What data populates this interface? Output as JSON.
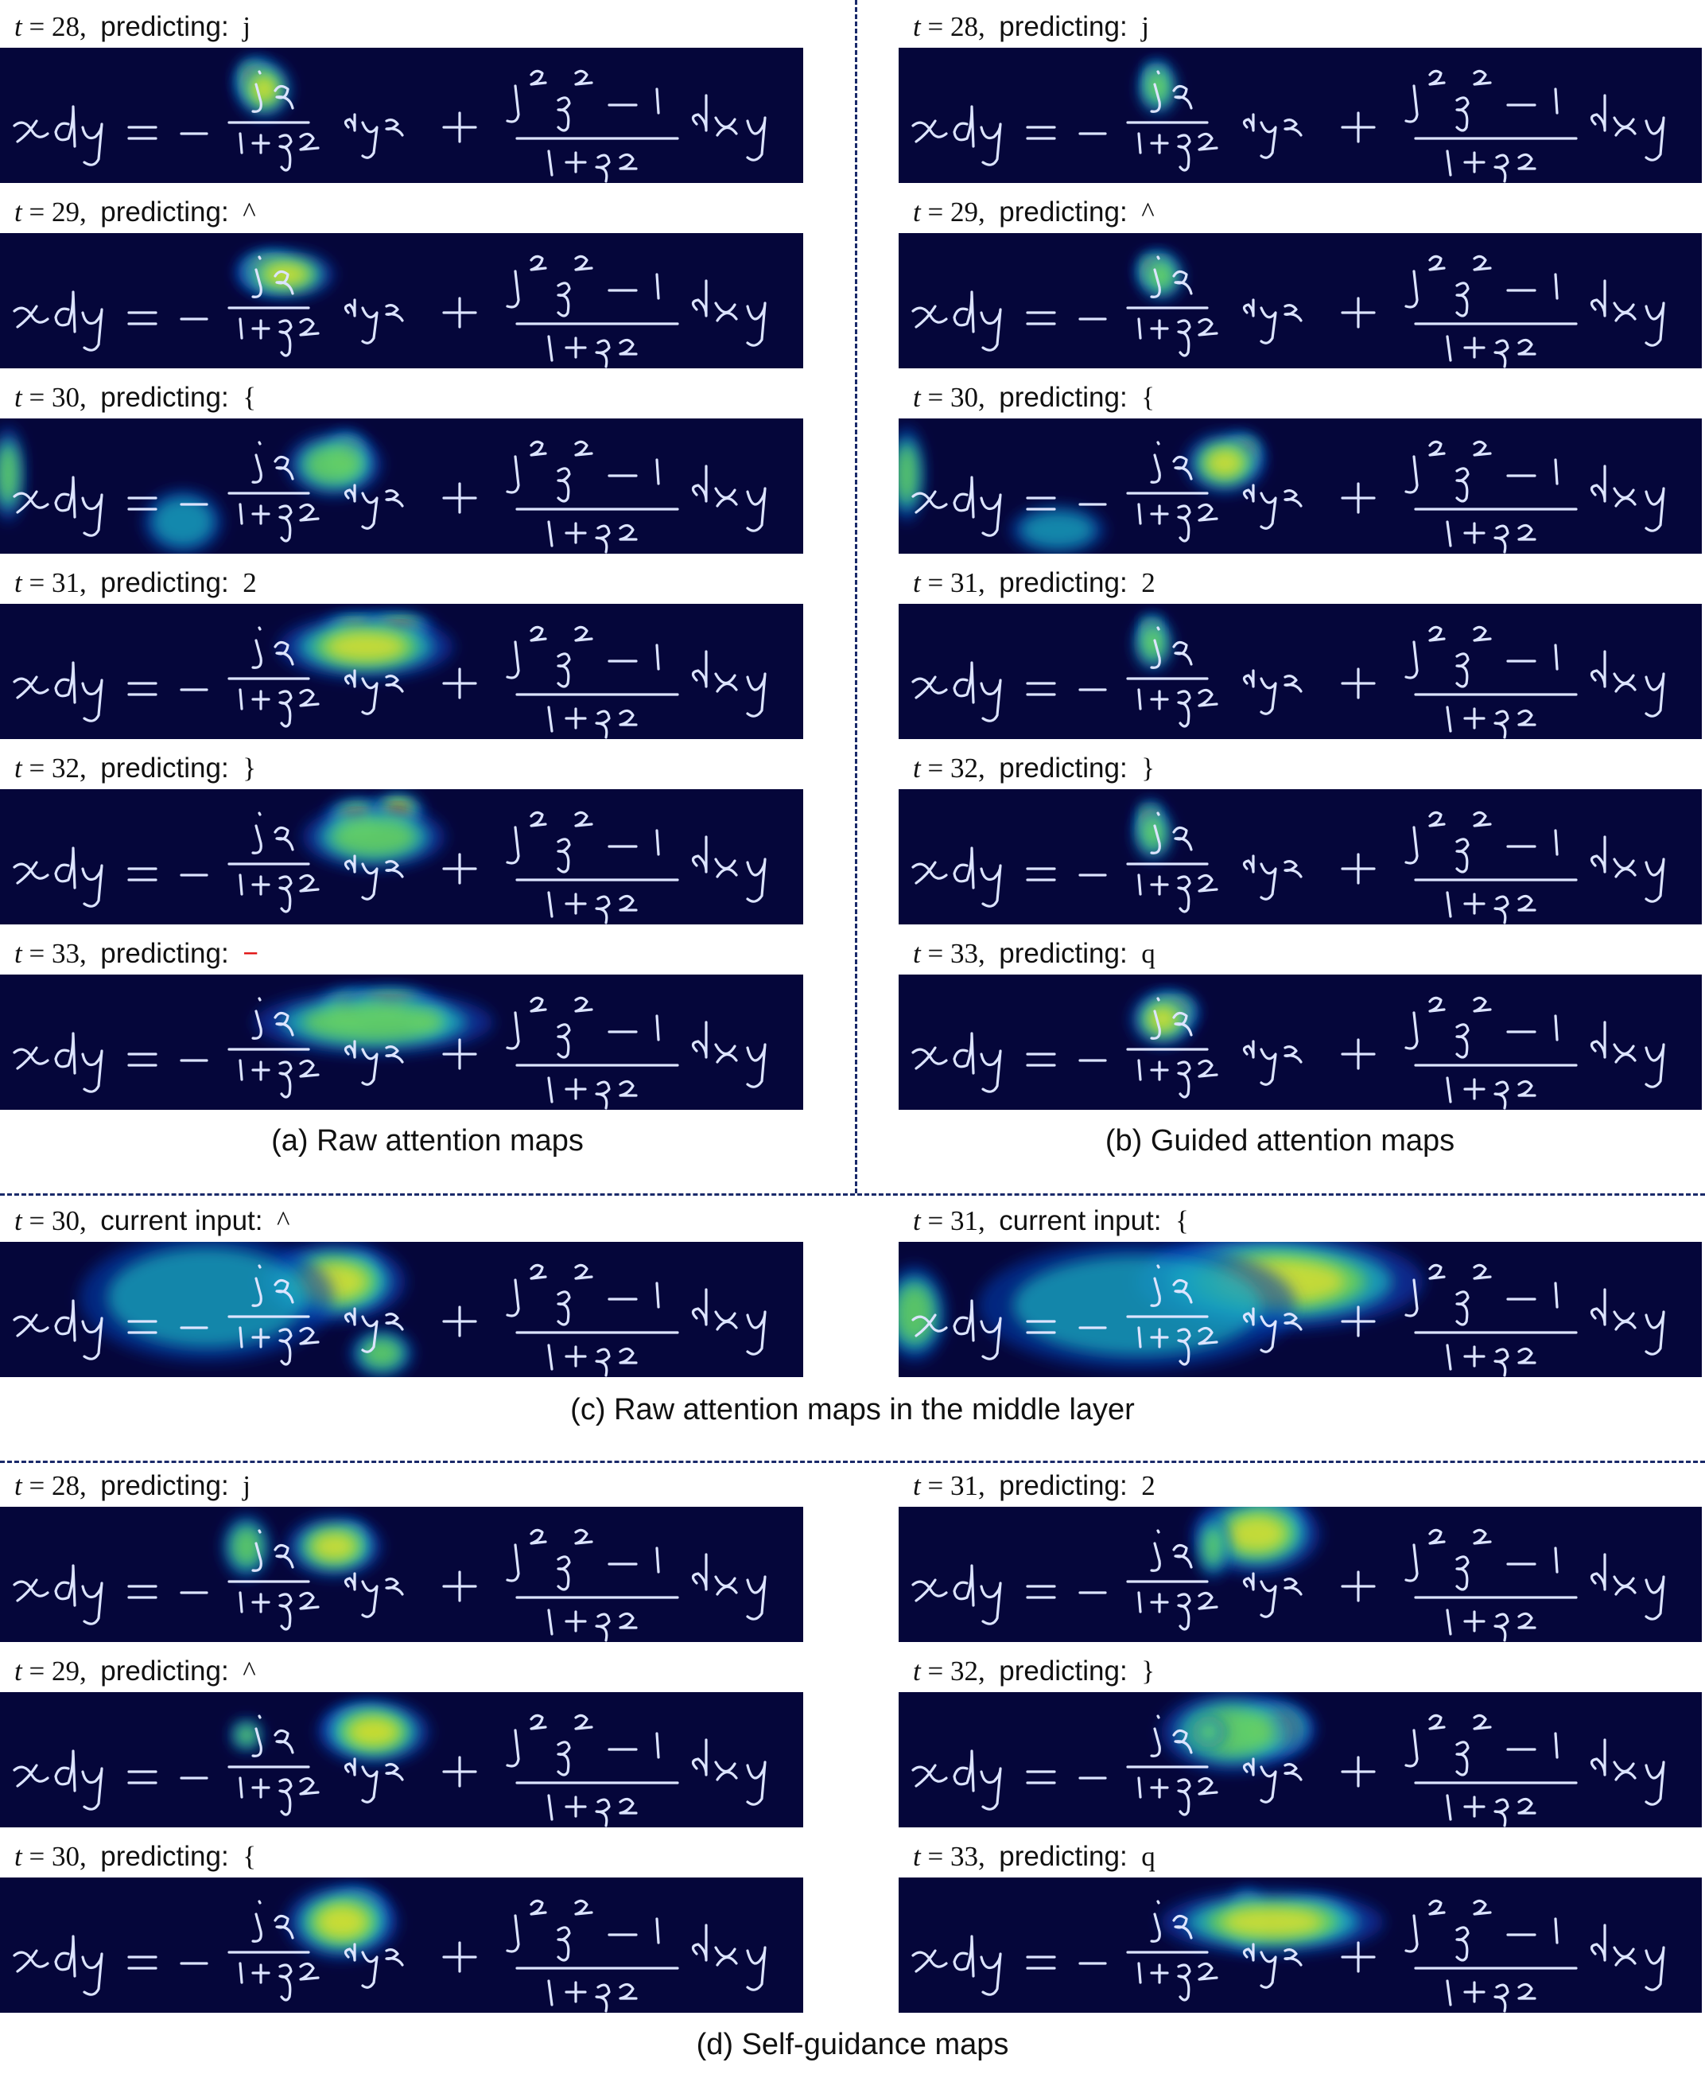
{
  "figure": {
    "sections": {
      "a": {
        "caption": "(a) Raw attention maps",
        "panels": [
          {
            "t": "28",
            "word": "predicting:",
            "symbol": "j"
          },
          {
            "t": "29",
            "word": "predicting:",
            "symbol": "^"
          },
          {
            "t": "30",
            "word": "predicting:",
            "symbol": "{"
          },
          {
            "t": "31",
            "word": "predicting:",
            "symbol": "2"
          },
          {
            "t": "32",
            "word": "predicting:",
            "symbol": "}"
          },
          {
            "t": "33",
            "word": "predicting:",
            "symbol": "−"
          }
        ]
      },
      "b": {
        "caption": "(b) Guided attention maps",
        "panels": [
          {
            "t": "28",
            "word": "predicting:",
            "symbol": "j"
          },
          {
            "t": "29",
            "word": "predicting:",
            "symbol": "^"
          },
          {
            "t": "30",
            "word": "predicting:",
            "symbol": "{"
          },
          {
            "t": "31",
            "word": "predicting:",
            "symbol": "2"
          },
          {
            "t": "32",
            "word": "predicting:",
            "symbol": "}"
          },
          {
            "t": "33",
            "word": "predicting:",
            "symbol": "q"
          }
        ]
      },
      "c": {
        "caption": "(c) Raw attention maps in the middle layer",
        "panels": [
          {
            "t": "30",
            "word": "current input:",
            "symbol": "^"
          },
          {
            "t": "31",
            "word": "current input:",
            "symbol": "{"
          }
        ]
      },
      "d": {
        "caption": "(d) Self-guidance maps",
        "panels": [
          {
            "t": "28",
            "word": "predicting:",
            "symbol": "j"
          },
          {
            "t": "29",
            "word": "predicting:",
            "symbol": "^"
          },
          {
            "t": "30",
            "word": "predicting:",
            "symbol": "{"
          },
          {
            "t": "31",
            "word": "predicting:",
            "symbol": "2"
          },
          {
            "t": "32",
            "word": "predicting:",
            "symbol": "}"
          },
          {
            "t": "33",
            "word": "predicting:",
            "symbol": "q"
          }
        ]
      }
    },
    "error_color": "#e01010",
    "heatmap_colors": [
      "#05063a",
      "#0a3ab0",
      "#1ec8c8",
      "#7fe040",
      "#f0e020",
      "#e02010",
      "#8a0000"
    ]
  }
}
